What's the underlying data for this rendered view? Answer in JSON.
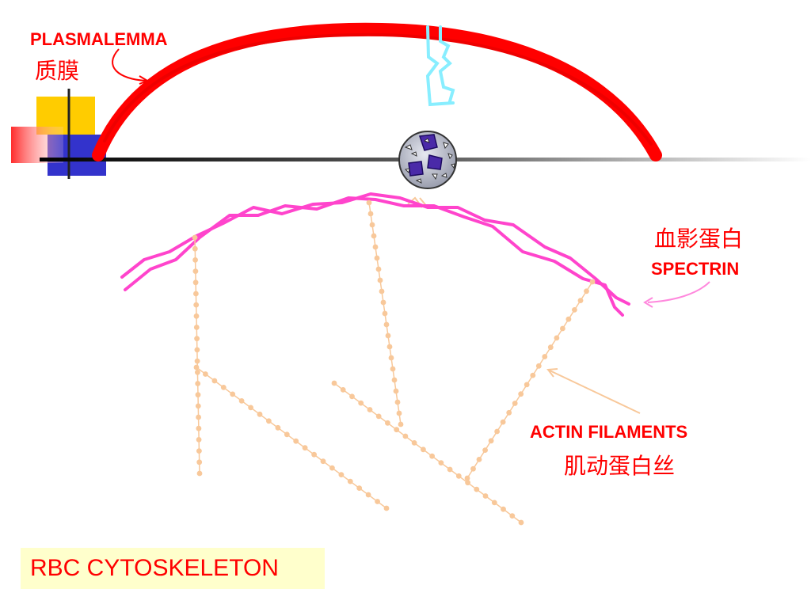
{
  "labels": {
    "plasmalemma_en": "PLASMALEMMA",
    "plasmalemma_zh": "质膜",
    "spectrin_zh": "血影蛋白",
    "spectrin_en": "SPECTRIN",
    "actin_en": "ACTIN FILAMENTS",
    "actin_zh": "肌动蛋白丝"
  },
  "title": "RBC CYTOSKELETON",
  "icons": [
    "corner-squares-decoration-icon",
    "protein-complex-icon",
    "membrane-protein-icon"
  ],
  "colors": {
    "membrane": "#ff0000",
    "spectrin": "#ff44cc",
    "actin": "#f8c89a",
    "label": "#ff0000",
    "title_bg": "#ffffcc",
    "membrane_protein": "#88eeff",
    "complex_fill": "#b9bcc8",
    "complex_dots": "#4a2aa8"
  }
}
